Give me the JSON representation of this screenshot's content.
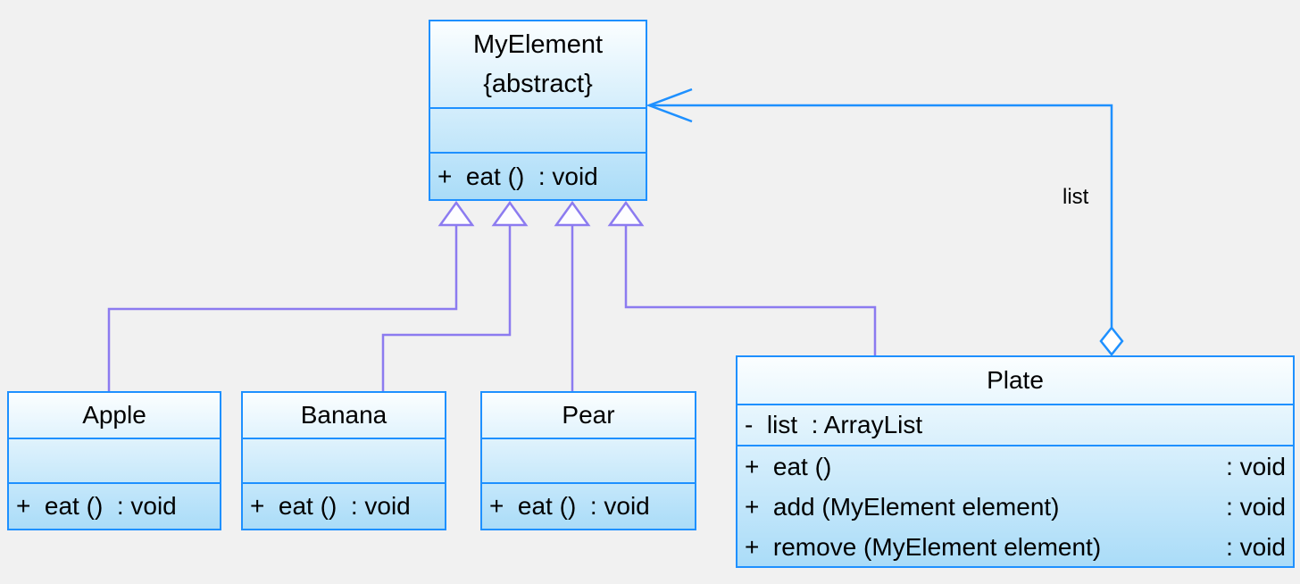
{
  "diagram": {
    "type": "uml-class-diagram",
    "background": "#f1f1f1",
    "class_border_color": "#1e90ff",
    "class_fill_top": "#fbfeff",
    "class_fill_bottom": "#aadcf8",
    "inheritance_color": "#8c7bf0",
    "association_color": "#1e90ff"
  },
  "classes": {
    "myelement": {
      "name": "MyElement",
      "stereotype": "{abstract}",
      "attributes": [],
      "operations": [
        {
          "text": "+  eat ()  : void"
        }
      ]
    },
    "apple": {
      "name": "Apple",
      "attributes": [],
      "operations": [
        {
          "text": "+  eat ()  : void"
        }
      ]
    },
    "banana": {
      "name": "Banana",
      "attributes": [],
      "operations": [
        {
          "text": "+  eat ()  : void"
        }
      ]
    },
    "pear": {
      "name": "Pear",
      "attributes": [],
      "operations": [
        {
          "text": "+  eat ()  : void"
        }
      ]
    },
    "plate": {
      "name": "Plate",
      "attributes": [
        {
          "text": "-  list  : ArrayList"
        }
      ],
      "operations": [
        {
          "signature": "+  eat ()",
          "return": ": void"
        },
        {
          "signature": "+  add (MyElement element)",
          "return": ": void"
        },
        {
          "signature": "+  remove (MyElement element)",
          "return": ": void"
        }
      ]
    }
  },
  "relationships": [
    {
      "kind": "generalization",
      "from": "apple",
      "to": "myelement"
    },
    {
      "kind": "generalization",
      "from": "banana",
      "to": "myelement"
    },
    {
      "kind": "generalization",
      "from": "pear",
      "to": "myelement"
    },
    {
      "kind": "generalization",
      "from": "plate",
      "to": "myelement"
    },
    {
      "kind": "aggregation",
      "from": "plate",
      "to": "myelement",
      "label": "list"
    }
  ],
  "labels": {
    "association_role": "list"
  }
}
